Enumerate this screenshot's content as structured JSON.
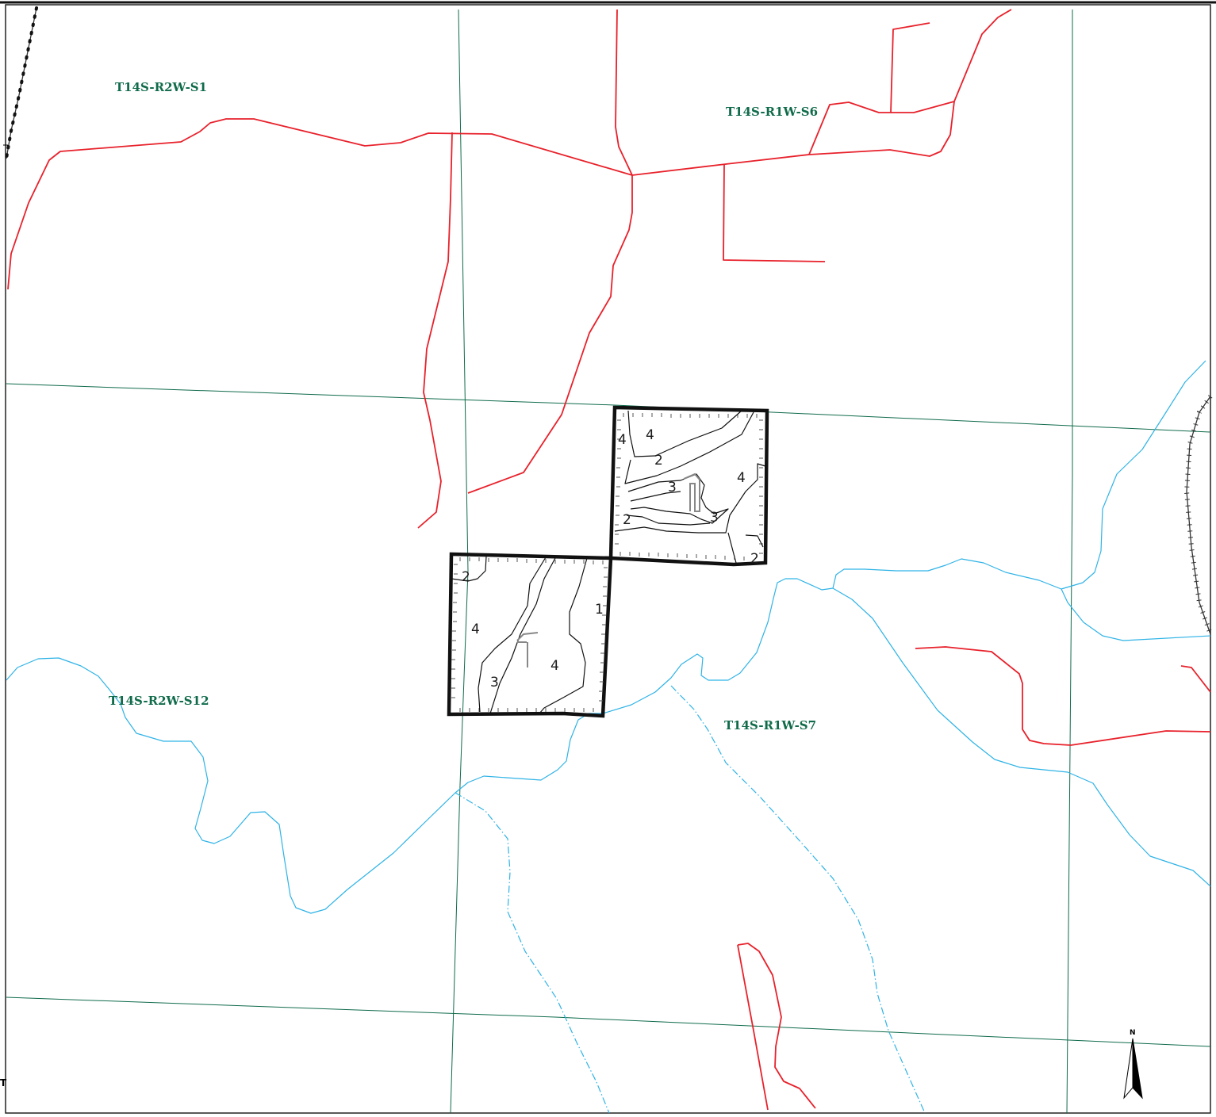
{
  "map": {
    "sections": [
      {
        "id": "s1",
        "label": "T14S-R2W-S1"
      },
      {
        "id": "s6",
        "label": "T14S-R1W-S6"
      },
      {
        "id": "s12",
        "label": "T14S-R2W-S12"
      },
      {
        "id": "s7",
        "label": "T14S-R1W-S7"
      }
    ],
    "units_upper": [
      "4",
      "4",
      "2",
      "3",
      "4",
      "3",
      "2",
      "2"
    ],
    "units_lower": [
      "2",
      "4",
      "1",
      "4",
      "3"
    ],
    "north_arrow": {
      "label": "N"
    },
    "edge_marker": "T",
    "colors": {
      "roads": "#e8212b",
      "streams": "#2fb3e6",
      "section_lines": "#0f6b4a",
      "unit_boundaries": "#111111",
      "label_text": "#0f6b4a"
    }
  }
}
